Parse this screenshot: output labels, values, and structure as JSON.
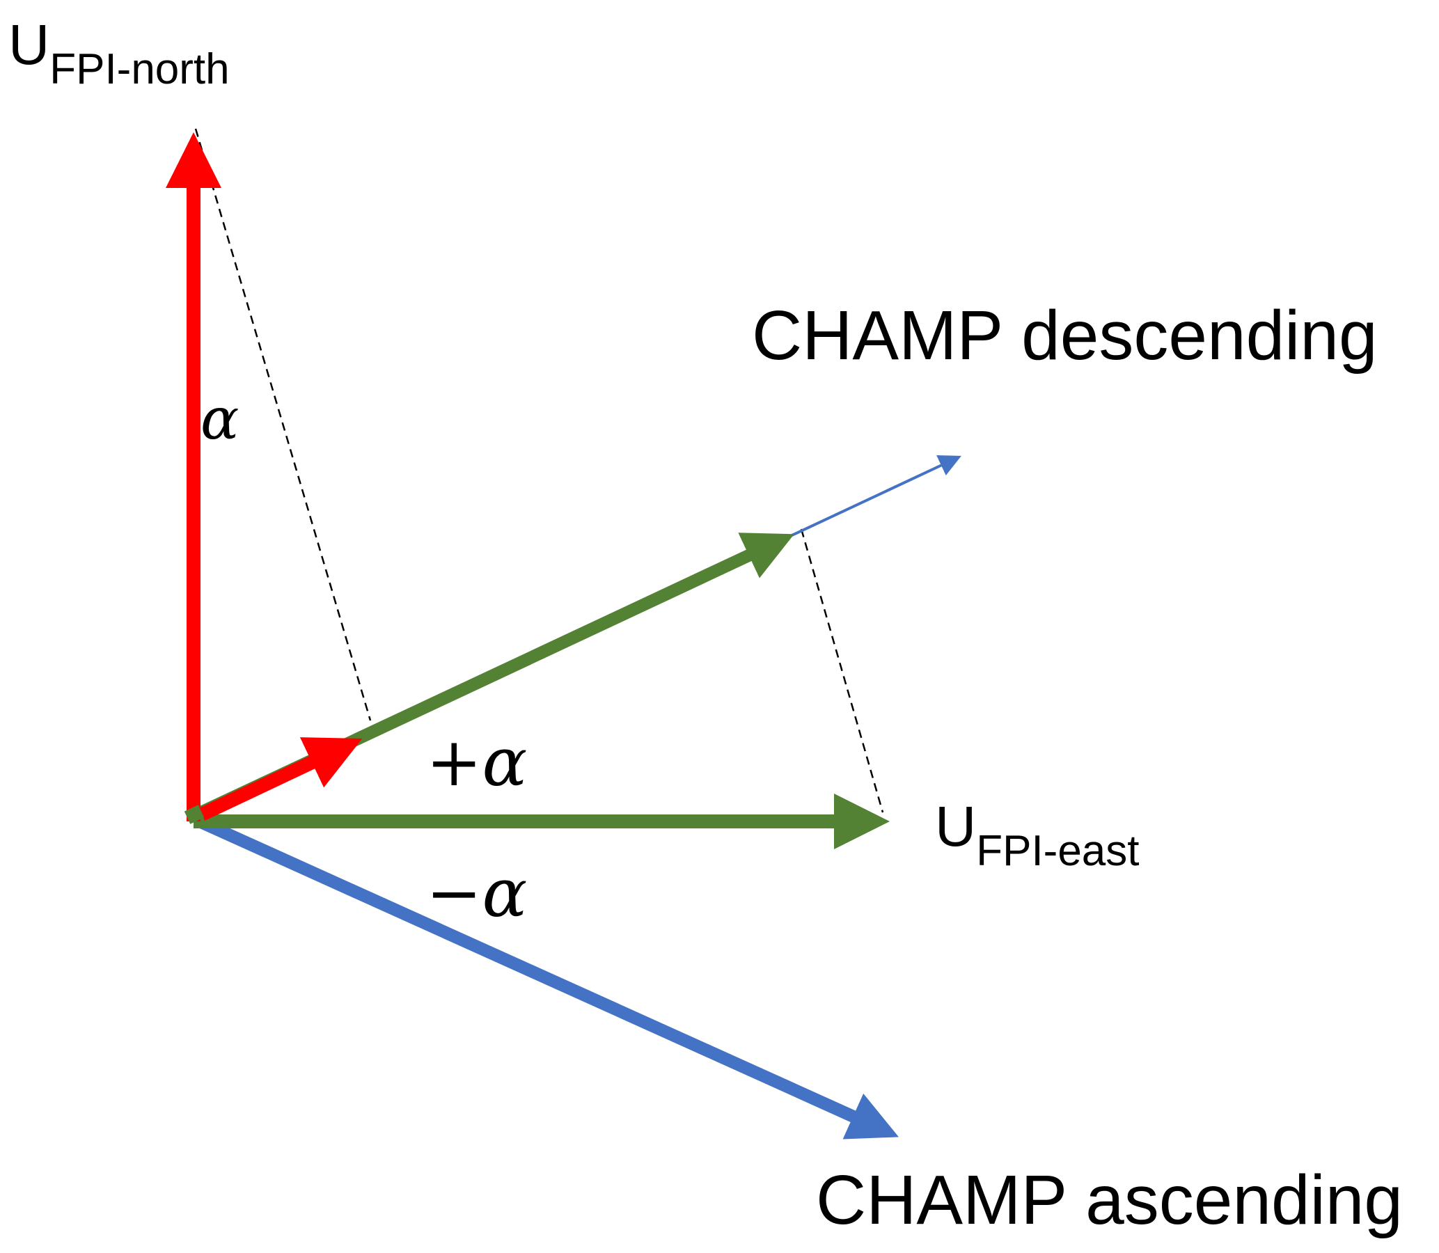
{
  "labels": {
    "north_main": "U",
    "north_sub": "FPI-north",
    "east_main": "U",
    "east_sub": "FPI-east",
    "descending": "CHAMP descending",
    "ascending": "CHAMP ascending",
    "alpha": "α",
    "plus_alpha": "+α",
    "minus_alpha": "−α"
  },
  "colors": {
    "north": "#ff0000",
    "projection": "#548235",
    "champ": "#4472c4",
    "dashed": "#000000"
  }
}
